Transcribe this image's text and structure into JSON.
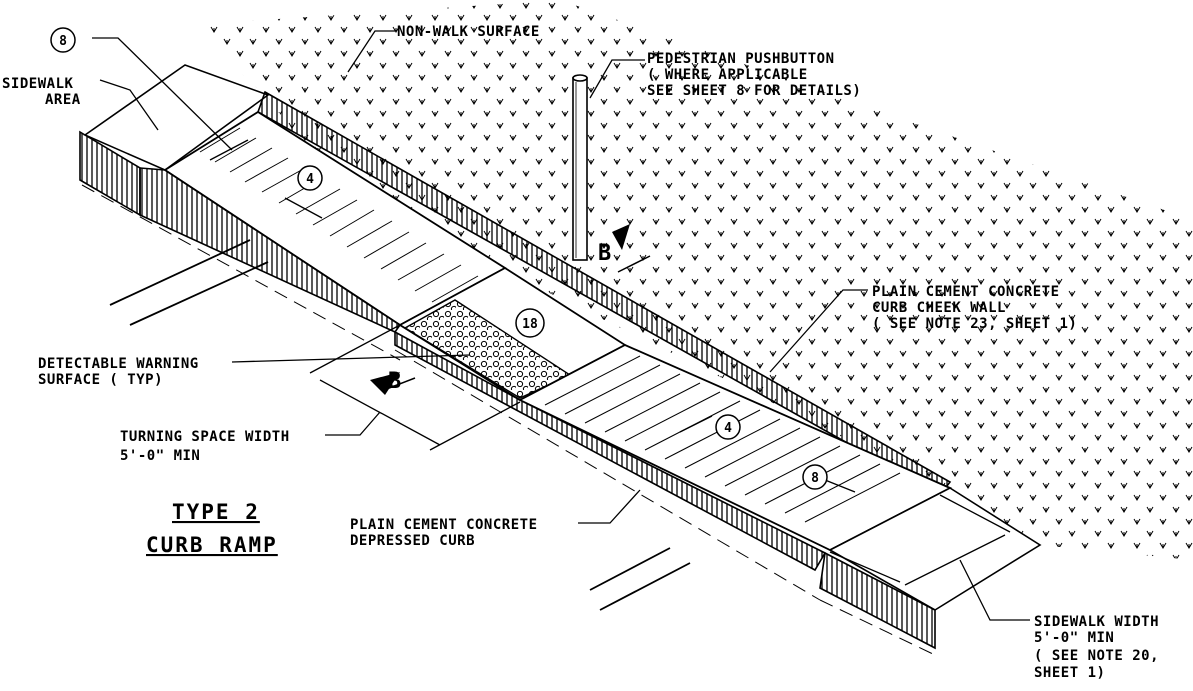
{
  "title": {
    "line1": "TYPE 2",
    "line2": "CURB RAMP"
  },
  "labels": {
    "non_walk_surface": "NON-WALK SURFACE",
    "sidewalk_area_1": "SIDEWALK",
    "sidewalk_area_2": "AREA",
    "pushbutton_1": "PEDESTRIAN PUSHBUTTON",
    "pushbutton_2": "( WHERE APPLICABLE",
    "pushbutton_3": "SEE SHEET 8 FOR DETAILS)",
    "cheek_wall_1": "PLAIN CEMENT CONCRETE",
    "cheek_wall_2": "CURB CHEEK WALL",
    "cheek_wall_3": "( SEE NOTE 23, SHEET 1)",
    "warning_1": "DETECTABLE WARNING",
    "warning_2": "SURFACE ( TYP)",
    "turning_1": "TURNING SPACE WIDTH",
    "turning_2": "5'-0\" MIN",
    "depressed_1": "PLAIN CEMENT CONCRETE",
    "depressed_2": "DEPRESSED CURB",
    "sidewalk_width_1": "SIDEWALK WIDTH",
    "sidewalk_width_2": "5'-0\" MIN",
    "sidewalk_width_3": "( SEE NOTE 20,",
    "sidewalk_width_4": "SHEET 1)"
  },
  "callouts": [
    "8",
    "4",
    "18",
    "4",
    "8"
  ],
  "section_markers": [
    "B",
    "B"
  ]
}
